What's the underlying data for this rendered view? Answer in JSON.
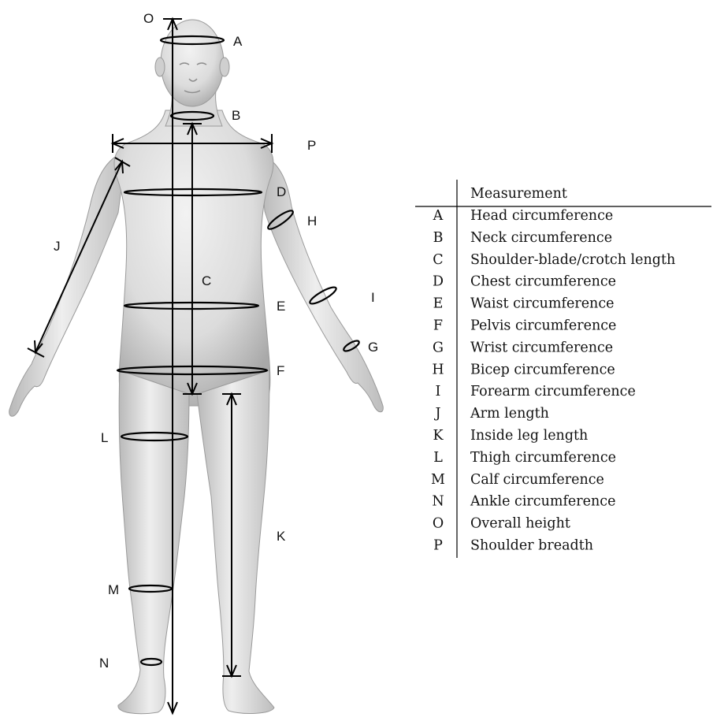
{
  "figure": {
    "markers": {
      "O": "O",
      "A": "A",
      "B": "B",
      "P": "P",
      "D": "D",
      "H": "H",
      "J": "J",
      "C": "C",
      "E": "E",
      "I": "I",
      "G": "G",
      "F": "F",
      "L": "L",
      "K": "K",
      "M": "M",
      "N": "N"
    }
  },
  "table": {
    "header": {
      "code": "",
      "name": "Measurement"
    },
    "rows": [
      {
        "code": "A",
        "name": "Head circumference"
      },
      {
        "code": "B",
        "name": "Neck circumference"
      },
      {
        "code": "C",
        "name": "Shoulder-blade/crotch length"
      },
      {
        "code": "D",
        "name": "Chest circumference"
      },
      {
        "code": "E",
        "name": "Waist circumference"
      },
      {
        "code": "F",
        "name": "Pelvis circumference"
      },
      {
        "code": "G",
        "name": "Wrist circumference"
      },
      {
        "code": "H",
        "name": "Bicep circumference"
      },
      {
        "code": "I",
        "name": "Forearm circumference"
      },
      {
        "code": "J",
        "name": "Arm length"
      },
      {
        "code": "K",
        "name": "Inside leg length"
      },
      {
        "code": "L",
        "name": "Thigh circumference"
      },
      {
        "code": "M",
        "name": "Calf circumference"
      },
      {
        "code": "N",
        "name": "Ankle circumference"
      },
      {
        "code": "O",
        "name": "Overall height"
      },
      {
        "code": "P",
        "name": "Shoulder breadth"
      }
    ]
  }
}
